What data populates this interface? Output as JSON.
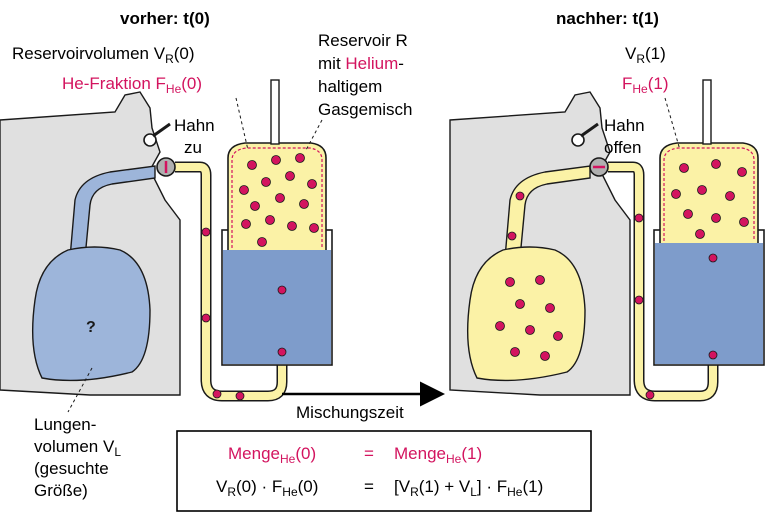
{
  "headings": {
    "before": "vorher: t(0)",
    "after": "nachher: t(1)"
  },
  "labels": {
    "reservoir_volume_before": {
      "main": "Reservoirvolumen V",
      "sub": "R",
      "suffix": "(0)"
    },
    "he_fraction_before": {
      "main": "He-Fraktion F",
      "sub": "He",
      "suffix": "(0)"
    },
    "reservoir_desc": {
      "line1": "Reservoir R",
      "line2_pre": "mit ",
      "line2_hl": "Helium",
      "line2_post": "-",
      "line3": "haltigem",
      "line4": "Gasgemisch"
    },
    "valve_closed": {
      "line1": "Hahn",
      "line2": "zu"
    },
    "valve_open": {
      "line1": "Hahn",
      "line2": "offen"
    },
    "reservoir_volume_after": {
      "main": "V",
      "sub": "R",
      "suffix": "(1)"
    },
    "he_fraction_after": {
      "main": "F",
      "sub": "He",
      "suffix": "(1)"
    },
    "unknown_mark": "?",
    "lung_volume": {
      "line1": "Lungen-",
      "line2": "volumen V",
      "line2_sub": "L",
      "line3": "(gesuchte",
      "line4": "Größe)"
    },
    "arrow_label": "Mischungszeit"
  },
  "equations": {
    "line1": {
      "left_main": "Menge",
      "left_sub": "He",
      "left_suffix": "(0)",
      "eq": "=",
      "right_main": "Menge",
      "right_sub": "He",
      "right_suffix": "(1)"
    },
    "line2": {
      "l_a": "V",
      "l_a_sub": "R",
      "l_b": "(0) · F",
      "l_b_sub": "He",
      "l_c": "(0)",
      "eq": "=",
      "r_a": "[V",
      "r_a_sub": "R",
      "r_b": "(1) + V",
      "r_b_sub": "L",
      "r_c": "] · F",
      "r_c_sub": "He",
      "r_d": "(1)"
    }
  },
  "colors": {
    "highlight": "#d3145f",
    "gas_yellow": "#fbf2a6",
    "water_blue": "#7e9ccb",
    "lung_blue": "#9db5da",
    "body_gray": "#e0e0e0",
    "outline": "#1a1a1a"
  }
}
